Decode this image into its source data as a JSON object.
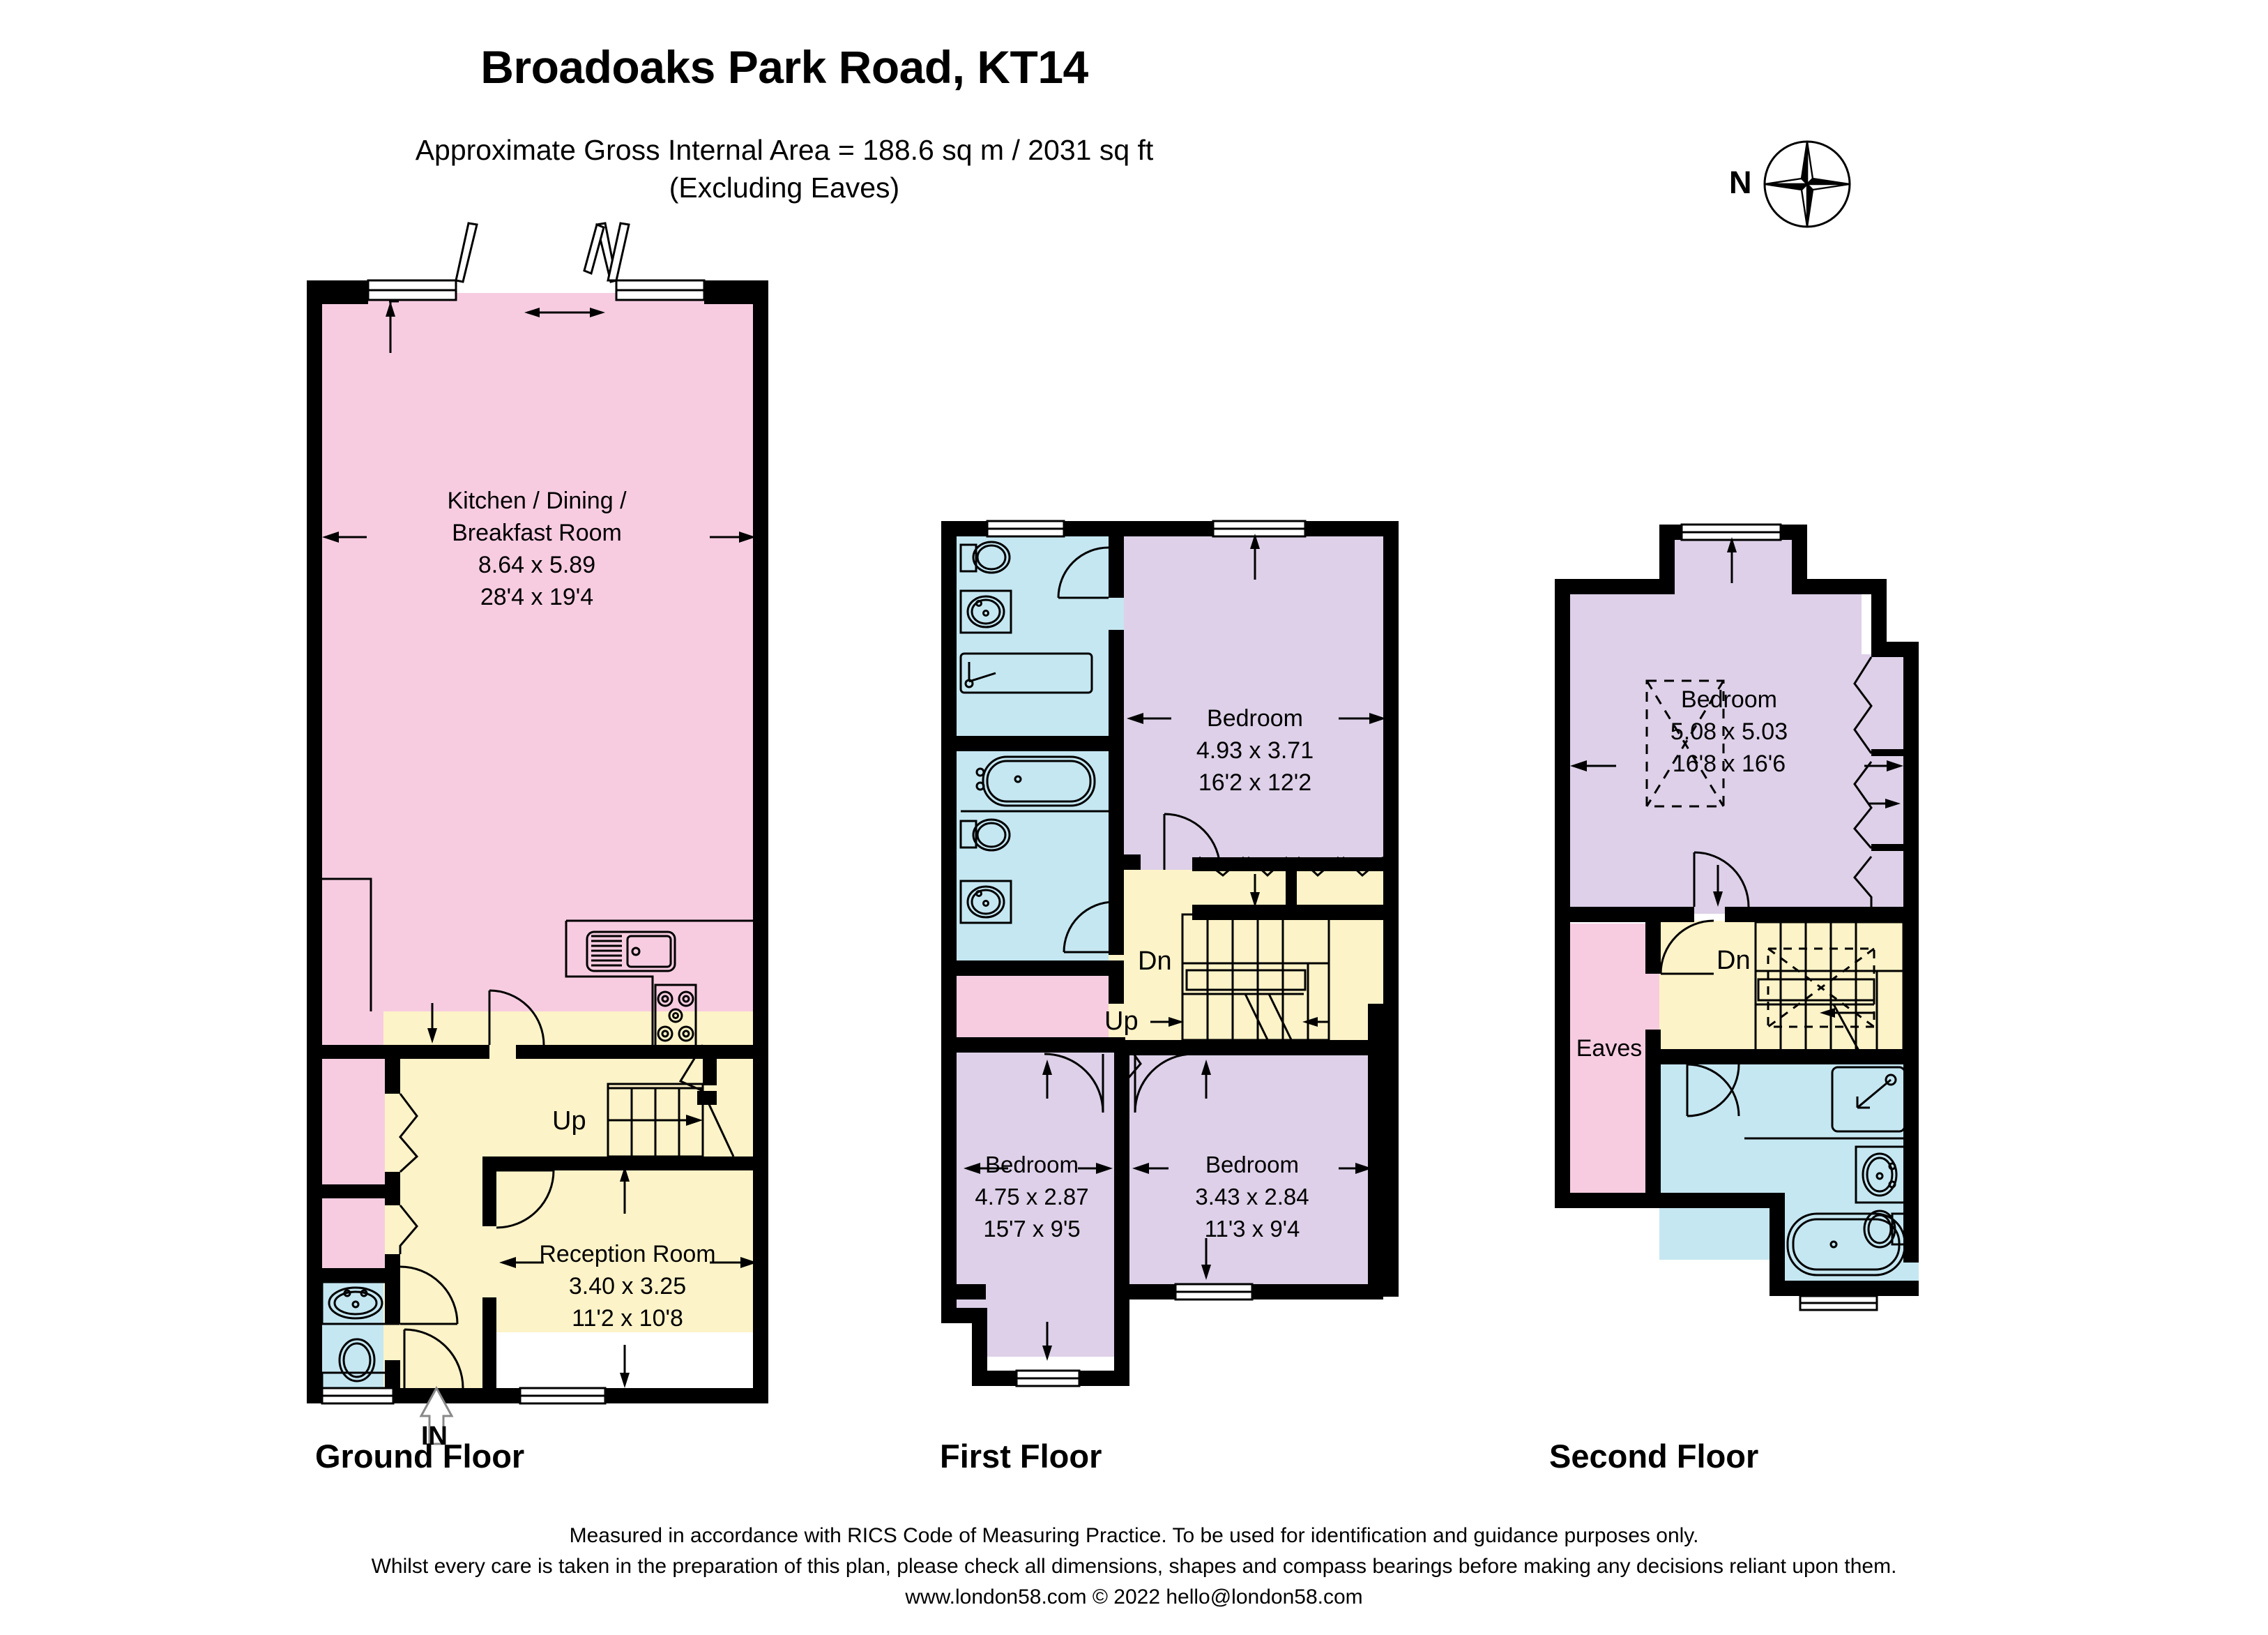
{
  "header": {
    "title": "Broadoaks Park Road, KT14",
    "area_line1": "Approximate Gross Internal Area = 188.6 sq m / 2031 sq ft",
    "area_line2": "(Excluding Eaves)"
  },
  "compass": {
    "label": "N",
    "icon": "compass-rose-icon"
  },
  "floors": [
    {
      "id": "ground",
      "caption": "Ground Floor",
      "rooms": [
        {
          "name": "Kitchen / Dining / Breakfast Room",
          "line1": "Kitchen / Dining /",
          "line2": "Breakfast Room",
          "metric": "8.64 x 5.89",
          "imperial": "28'4 x 19'4",
          "color": "#f7cce1"
        },
        {
          "name": "Reception Room",
          "line1": "Reception Room",
          "line2": "",
          "metric": "3.40 x 3.25",
          "imperial": "11'2 x 10'8",
          "color": "#fdf3c8"
        }
      ],
      "markers": [
        {
          "label": "Up",
          "type": "stair-direction"
        },
        {
          "label": "IN",
          "type": "entrance"
        }
      ]
    },
    {
      "id": "first",
      "caption": "First Floor",
      "rooms": [
        {
          "name": "Bedroom (master)",
          "line1": "Bedroom",
          "line2": "",
          "metric": "4.93 x 3.71",
          "imperial": "16'2 x 12'2",
          "color": "#ddd0e8"
        },
        {
          "name": "Bedroom (rear left)",
          "line1": "Bedroom",
          "line2": "",
          "metric": "4.75 x 2.87",
          "imperial": "15'7 x 9'5",
          "color": "#ddd0e8"
        },
        {
          "name": "Bedroom (rear right)",
          "line1": "Bedroom",
          "line2": "",
          "metric": "3.43 x 2.84",
          "imperial": "11'3 x 9'4",
          "color": "#ddd0e8"
        }
      ],
      "markers": [
        {
          "label": "Dn",
          "type": "stair-direction"
        },
        {
          "label": "Up",
          "type": "stair-direction"
        }
      ]
    },
    {
      "id": "second",
      "caption": "Second Floor",
      "rooms": [
        {
          "name": "Bedroom (loft)",
          "line1": "Bedroom",
          "line2": "",
          "metric": "5.08 x 5.03",
          "imperial": "16'8 x 16'6",
          "color": "#ddd0e8"
        },
        {
          "name": "Eaves",
          "line1": "Eaves",
          "line2": "",
          "metric": "",
          "imperial": "",
          "color": "#f7cce1"
        }
      ],
      "markers": [
        {
          "label": "Dn",
          "type": "stair-direction"
        }
      ]
    }
  ],
  "footer": {
    "line1": "Measured in accordance with RICS Code of Measuring Practice. To be used for identification and guidance purposes only.",
    "line2": "Whilst every care is taken in the preparation of this plan, please check all dimensions, shapes and compass bearings before making any decisions reliant upon them.",
    "line3": "www.london58.com © 2022 hello@london58.com"
  },
  "palette": {
    "wall": "#000000",
    "pink": "#f7cce1",
    "yellow": "#fdf3c8",
    "purple": "#ddd0e8",
    "blue": "#c5e7f2",
    "background": "#ffffff"
  }
}
